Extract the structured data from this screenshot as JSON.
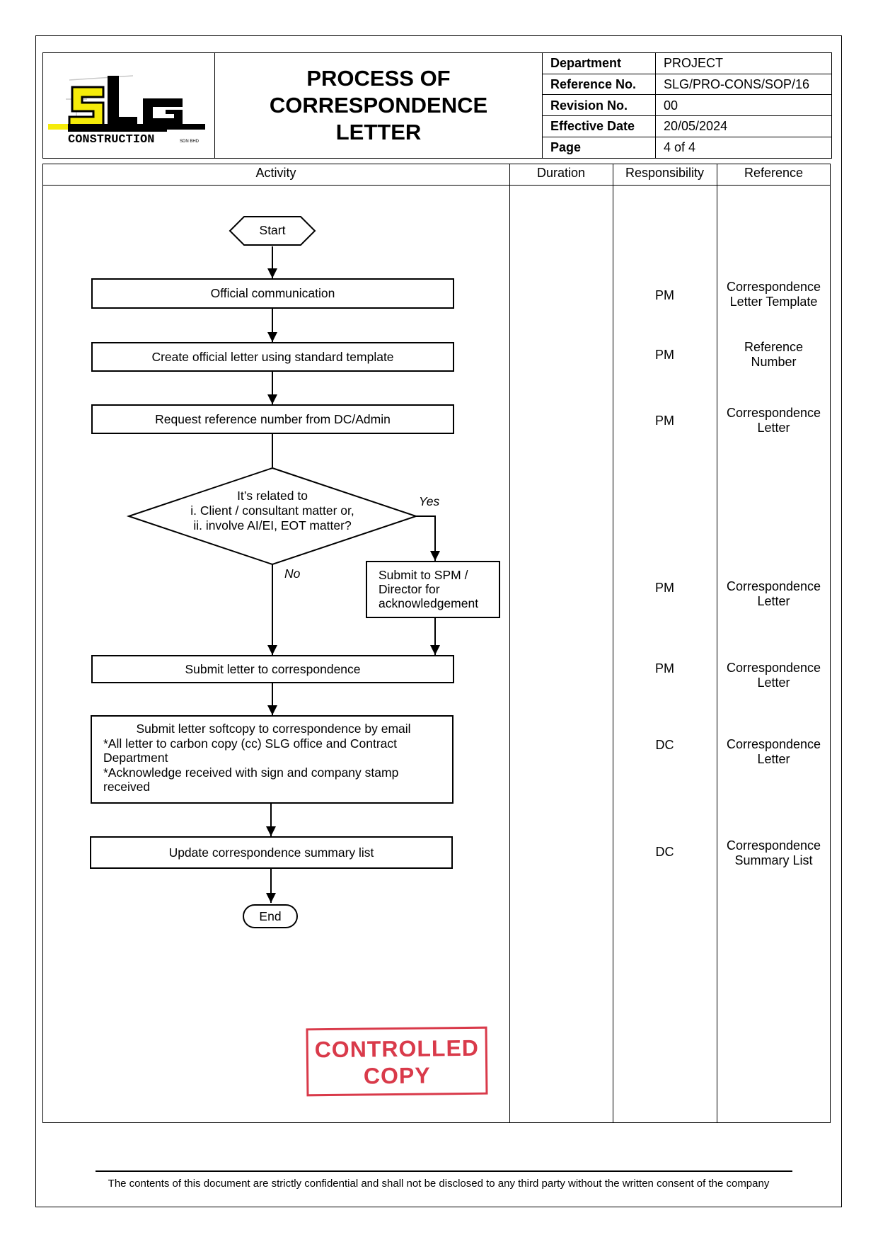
{
  "header": {
    "logo": {
      "letters": "SLG",
      "subtitle": "CONSTRUCTION",
      "mark": "SDN BHD"
    },
    "title_lines": [
      "PROCESS OF",
      "CORRESPONDENCE",
      "LETTER"
    ],
    "meta": [
      {
        "label": "Department",
        "value": "PROJECT"
      },
      {
        "label": "Reference No.",
        "value": "SLG/PRO-CONS/SOP/16"
      },
      {
        "label": "Revision No.",
        "value": "00"
      },
      {
        "label": "Effective Date",
        "value": "20/05/2024"
      },
      {
        "label": "Page",
        "value": "4 of 4"
      }
    ]
  },
  "columns": {
    "activity": "Activity",
    "duration": "Duration",
    "responsibility": "Responsibility",
    "reference": "Reference"
  },
  "flow": {
    "start": "Start",
    "step1": "Official communication",
    "step2": "Create official letter using standard template",
    "step3": "Request reference number from DC/Admin",
    "decision_lines": [
      "It’s related to",
      "i. Client / consultant matter or,",
      "ii. involve AI/EI, EOT matter?"
    ],
    "yes": "Yes",
    "no": "No",
    "yes_box_lines": [
      "Submit to SPM /",
      "Director for",
      "acknowledgement"
    ],
    "step5": "Submit letter to correspondence",
    "step6_lines": [
      "Submit letter softcopy to correspondence by email",
      "*All letter to carbon copy (cc) SLG office and Contract",
      "Department",
      "*Acknowledge received with sign and company stamp",
      "received"
    ],
    "step7": "Update correspondence summary list",
    "end": "End"
  },
  "rows": [
    {
      "responsibility": "PM",
      "reference_lines": [
        "Correspondence",
        "Letter Template"
      ]
    },
    {
      "responsibility": "PM",
      "reference_lines": [
        "Reference",
        "Number"
      ]
    },
    {
      "responsibility": "PM",
      "reference_lines": [
        "Correspondence",
        "Letter"
      ]
    },
    {
      "responsibility": "PM",
      "reference_lines": [
        "Correspondence",
        "Letter"
      ]
    },
    {
      "responsibility": "PM",
      "reference_lines": [
        "Correspondence",
        "Letter"
      ]
    },
    {
      "responsibility": "DC",
      "reference_lines": [
        "Correspondence",
        "Letter"
      ]
    },
    {
      "responsibility": "DC",
      "reference_lines": [
        "Correspondence",
        "Summary List"
      ]
    }
  ],
  "stamp": {
    "lines": [
      "CONTROLLED",
      "COPY"
    ],
    "color": "#d93a4a"
  },
  "footer": {
    "text": "The contents of this document are strictly confidential and shall not be disclosed to any third party without the written consent of the company"
  }
}
